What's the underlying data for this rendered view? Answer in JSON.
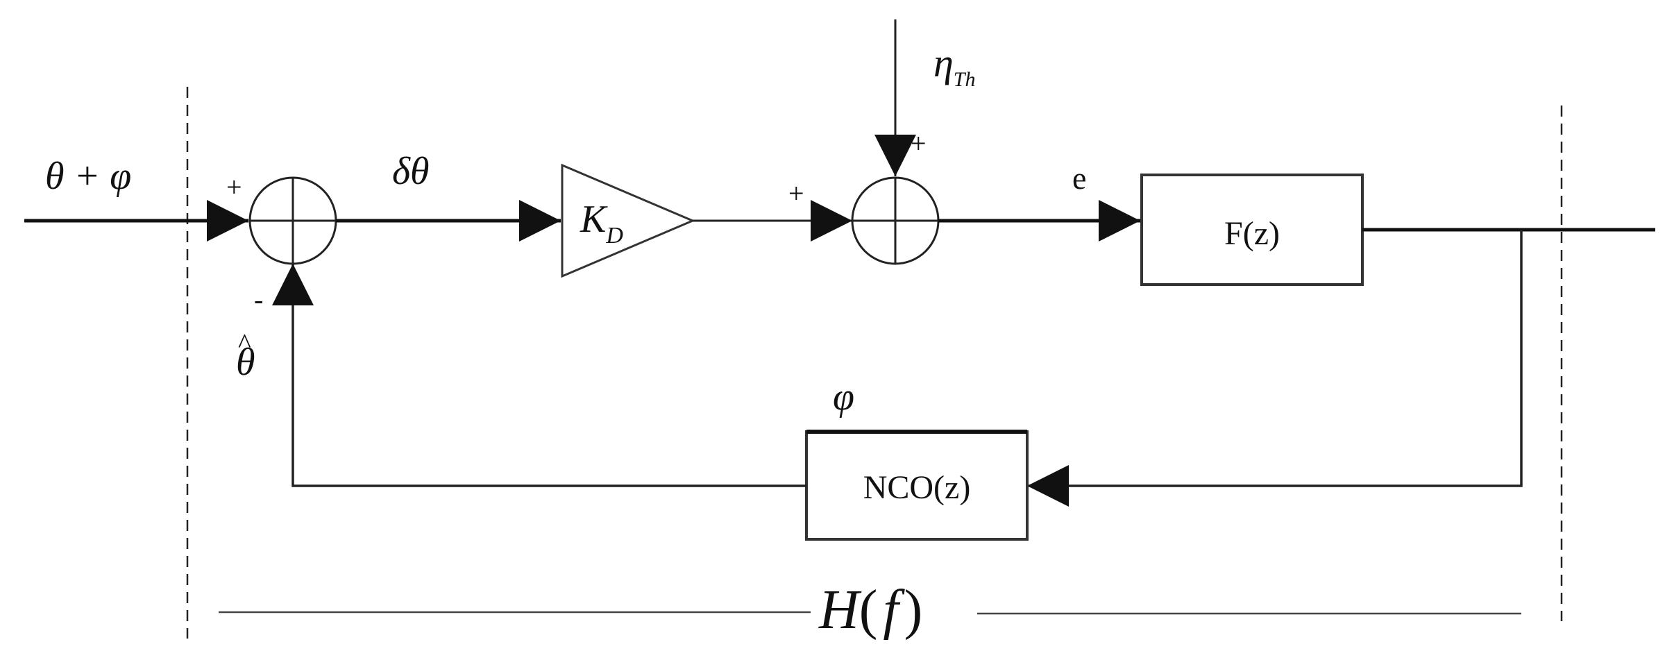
{
  "diagram": {
    "input_label": "θ + φ",
    "sum1": {
      "plus_sign": "+",
      "minus_sign": "-"
    },
    "error_label": "δθ",
    "gain": {
      "main": "K",
      "sub": "D"
    },
    "sum2": {
      "plus_left": "+",
      "plus_top": "+"
    },
    "noise": {
      "main": "η",
      "sub": "Th"
    },
    "filter_input_label": "e",
    "filter_label": "F(z)",
    "nco_label": "NCO(z)",
    "nco_output_label": "φ",
    "feedback_label": "θ",
    "feedback_hat": "^",
    "transfer": {
      "prefix": "H",
      "arg": "f"
    }
  }
}
